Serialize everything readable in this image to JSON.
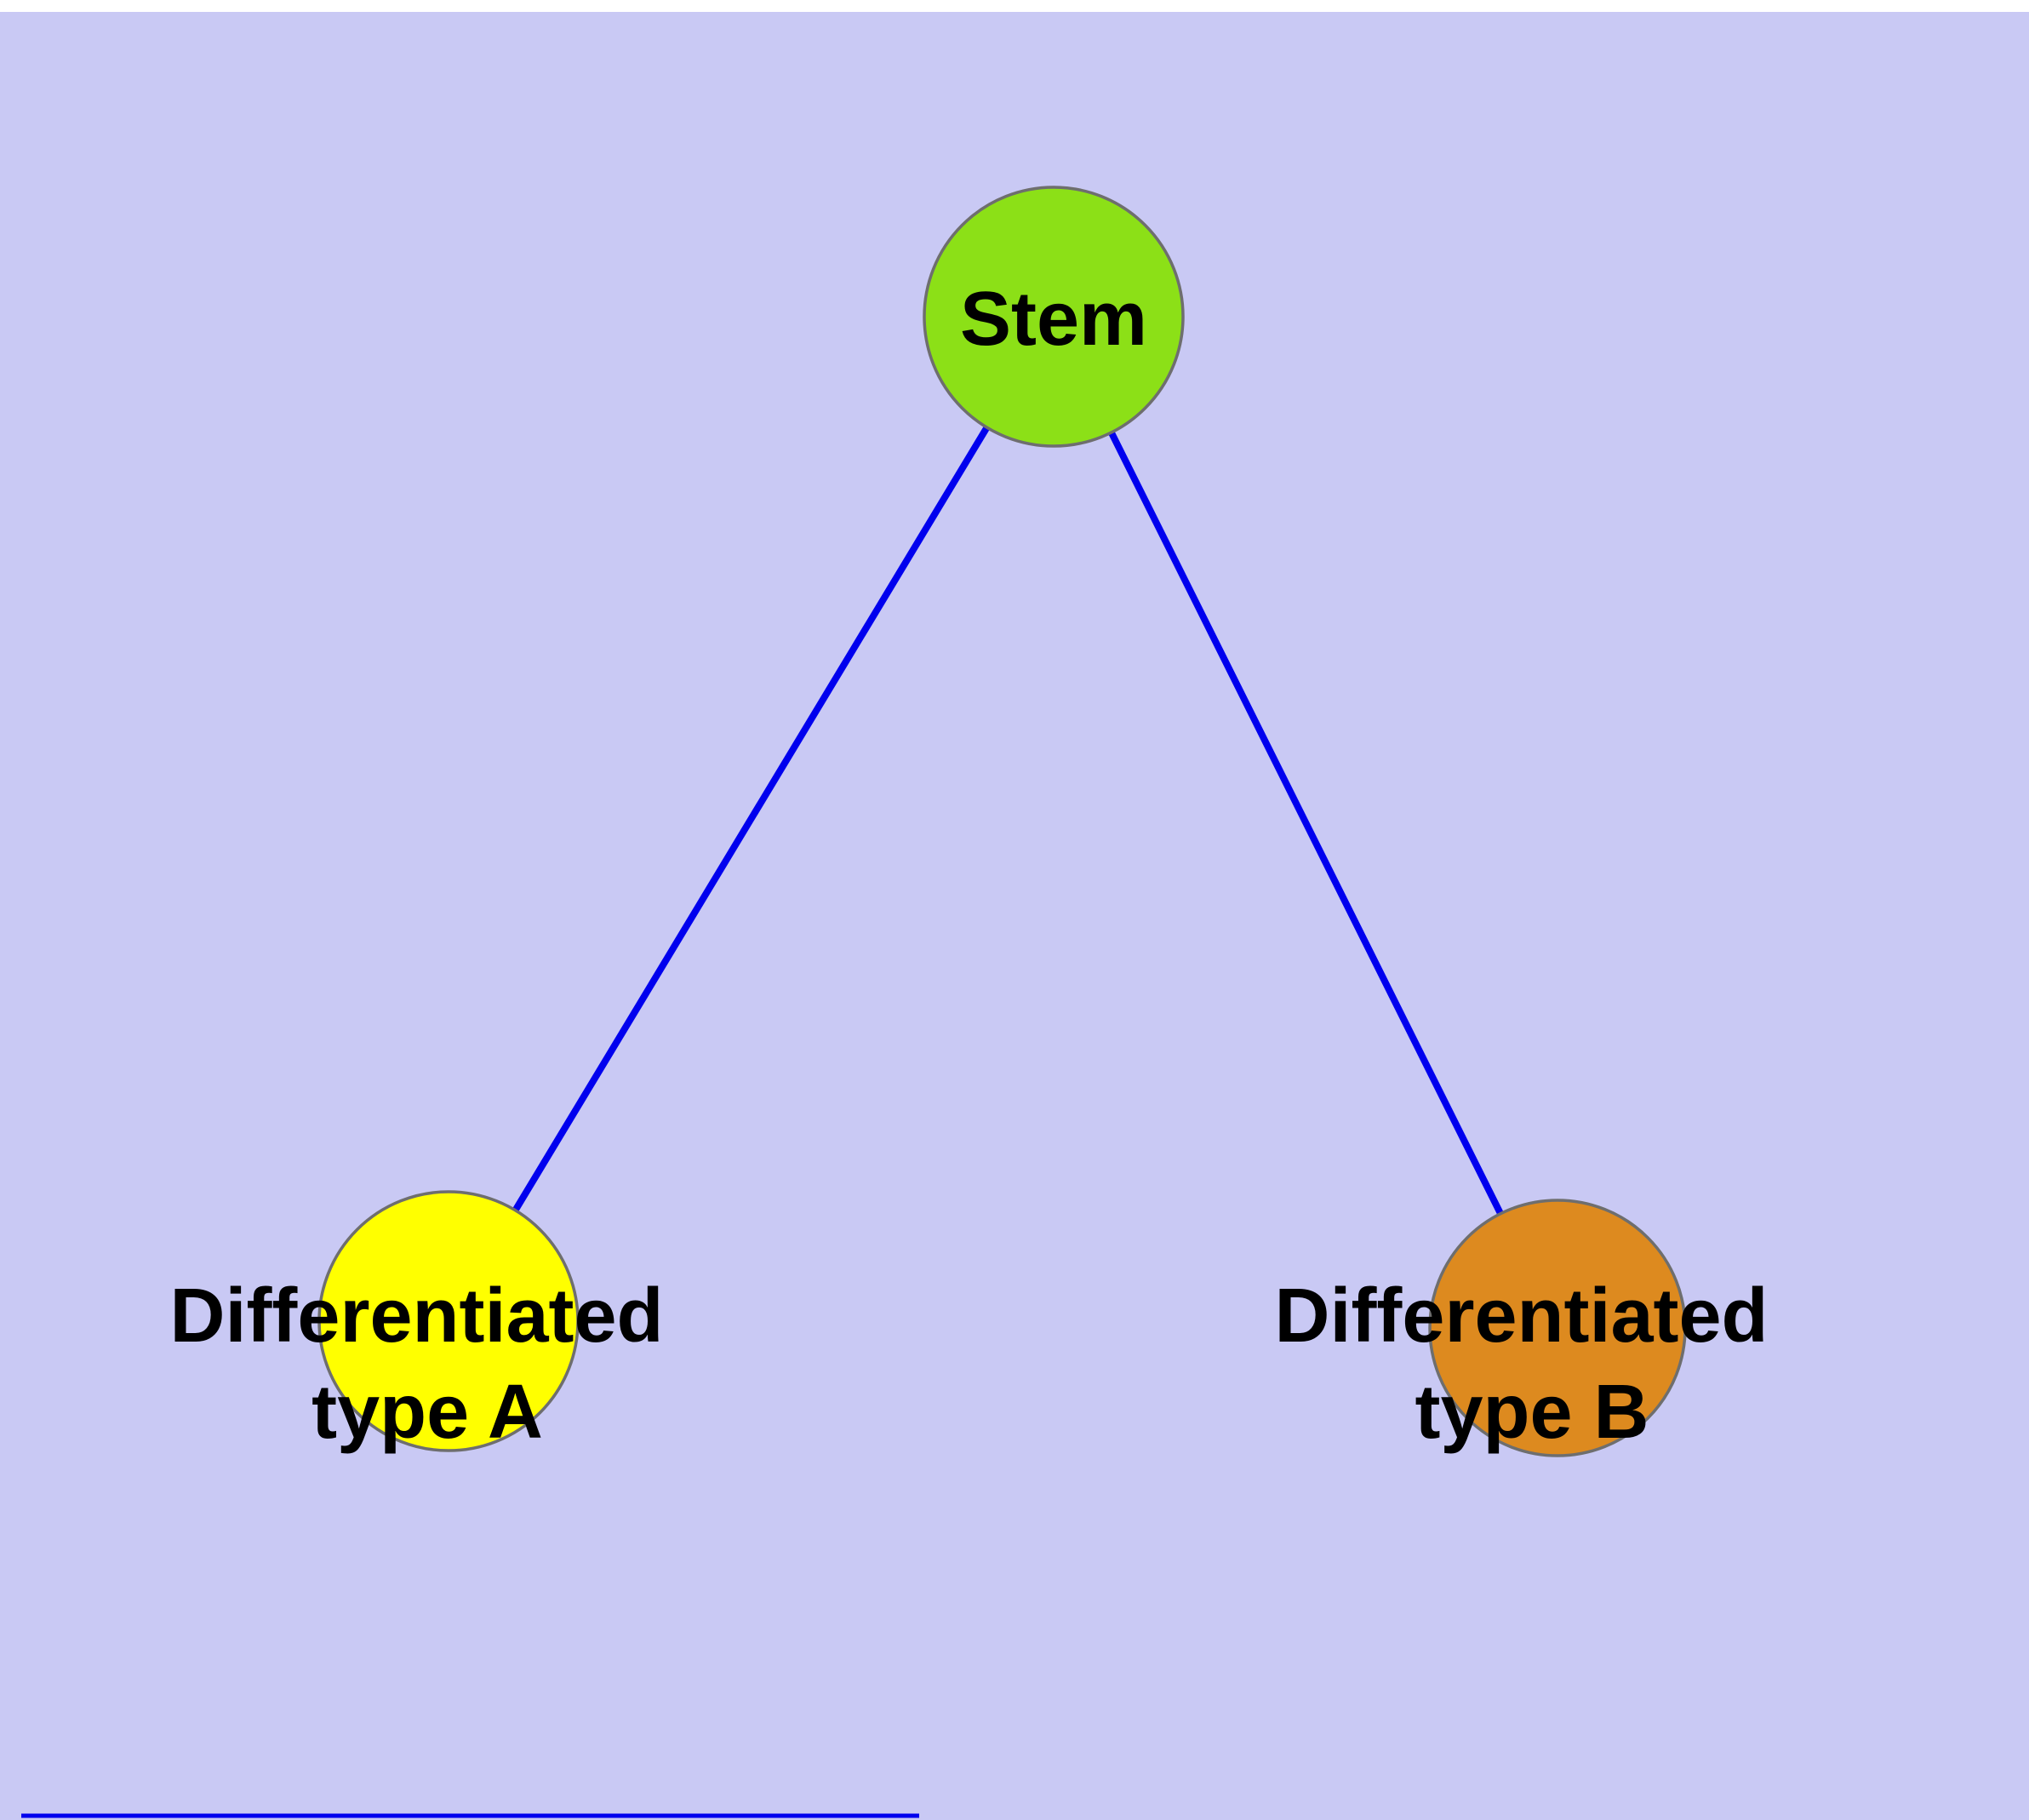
{
  "diagram": {
    "type": "graph",
    "description": "Cell differentiation diagram: a stem node branching to two differentiated cell type nodes",
    "background_color": "#c9c9f4",
    "edge_color": "#0000ee",
    "node_border_color": "#6e6e6e",
    "label_color": "#000000",
    "nodes": {
      "stem": {
        "label": "Stem",
        "fill": "#8ce017"
      },
      "diff_a": {
        "line1": "Differentiated",
        "line2": "type A",
        "fill": "#ffff00"
      },
      "diff_b": {
        "line1": "Differentiated",
        "line2": "type B",
        "fill": "#dd8a1f"
      }
    },
    "edges": [
      {
        "from": "Stem",
        "to": "Differentiated type A"
      },
      {
        "from": "Stem",
        "to": "Differentiated type B"
      }
    ]
  }
}
